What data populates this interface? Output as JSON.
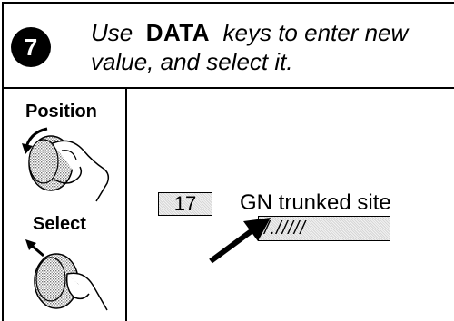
{
  "header": {
    "step_number": "7",
    "instruction_pre": "Use",
    "instruction_keyword": "DATA",
    "instruction_line1_rest": "keys to enter new",
    "instruction_line2": "value, and select it."
  },
  "controls": {
    "position_label": "Position",
    "select_label": "Select",
    "knob_icon": "rotary-knob-hand-icon",
    "arrow_icon": "pointer-arrow-icon"
  },
  "screen": {
    "index_value": "17",
    "field_label": "GN trunked site",
    "field_value": "/./////"
  }
}
